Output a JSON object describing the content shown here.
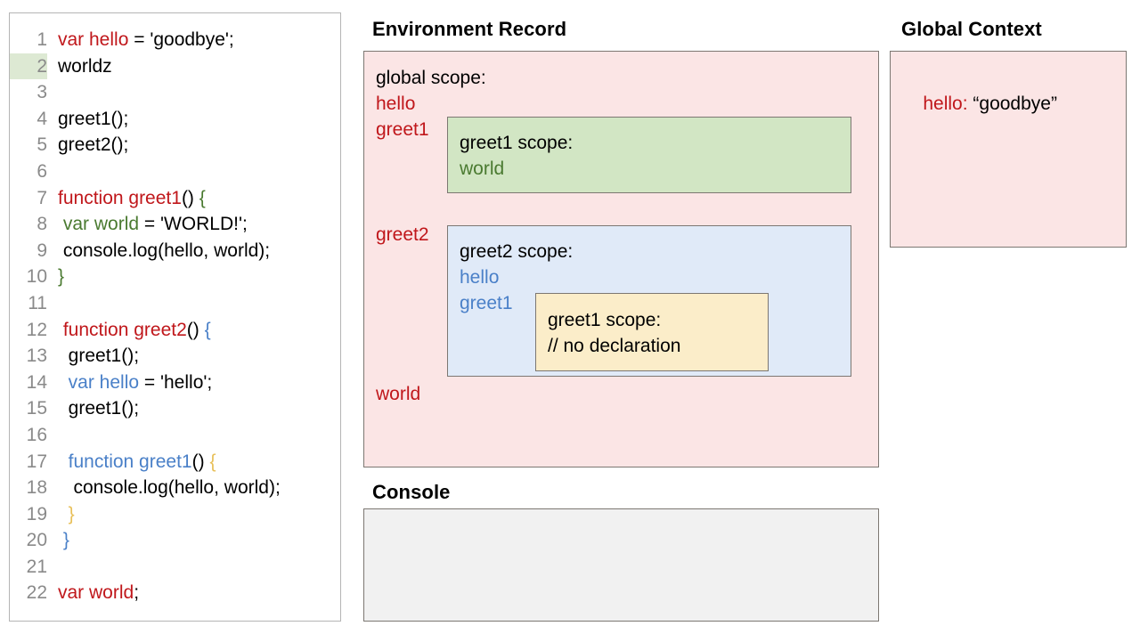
{
  "code_panel": {
    "lines": [
      {
        "num": "1",
        "highlight": false,
        "tokens": [
          {
            "t": "var hello",
            "c": "red"
          },
          {
            "t": " = 'goodbye';",
            "c": "black"
          }
        ]
      },
      {
        "num": "2",
        "highlight": true,
        "tokens": [
          {
            "t": "worldz",
            "c": "black"
          }
        ]
      },
      {
        "num": "3",
        "highlight": false,
        "tokens": [
          {
            "t": "",
            "c": "black"
          }
        ]
      },
      {
        "num": "4",
        "highlight": false,
        "tokens": [
          {
            "t": "greet1();",
            "c": "black"
          }
        ]
      },
      {
        "num": "5",
        "highlight": false,
        "tokens": [
          {
            "t": "greet2();",
            "c": "black"
          }
        ]
      },
      {
        "num": "6",
        "highlight": false,
        "tokens": [
          {
            "t": "",
            "c": "black"
          }
        ]
      },
      {
        "num": "7",
        "highlight": false,
        "tokens": [
          {
            "t": "function greet1",
            "c": "red"
          },
          {
            "t": "() ",
            "c": "black"
          },
          {
            "t": "{",
            "c": "green"
          }
        ]
      },
      {
        "num": "8",
        "highlight": false,
        "tokens": [
          {
            "t": " ",
            "c": "black"
          },
          {
            "t": "var world",
            "c": "green"
          },
          {
            "t": " = 'WORLD!';",
            "c": "black"
          }
        ]
      },
      {
        "num": "9",
        "highlight": false,
        "tokens": [
          {
            "t": " console.log(hello, world);",
            "c": "black"
          }
        ]
      },
      {
        "num": "10",
        "highlight": false,
        "tokens": [
          {
            "t": "}",
            "c": "green"
          }
        ]
      },
      {
        "num": "11",
        "highlight": false,
        "tokens": [
          {
            "t": "",
            "c": "black"
          }
        ]
      },
      {
        "num": "12",
        "highlight": false,
        "tokens": [
          {
            "t": " ",
            "c": "black"
          },
          {
            "t": "function greet2",
            "c": "red"
          },
          {
            "t": "() ",
            "c": "black"
          },
          {
            "t": "{",
            "c": "blue"
          }
        ]
      },
      {
        "num": "13",
        "highlight": false,
        "tokens": [
          {
            "t": "  greet1();",
            "c": "black"
          }
        ]
      },
      {
        "num": "14",
        "highlight": false,
        "tokens": [
          {
            "t": "  ",
            "c": "black"
          },
          {
            "t": "var hello",
            "c": "blue"
          },
          {
            "t": " = 'hello';",
            "c": "black"
          }
        ]
      },
      {
        "num": "15",
        "highlight": false,
        "tokens": [
          {
            "t": "  greet1();",
            "c": "black"
          }
        ]
      },
      {
        "num": "16",
        "highlight": false,
        "tokens": [
          {
            "t": "",
            "c": "black"
          }
        ]
      },
      {
        "num": "17",
        "highlight": false,
        "tokens": [
          {
            "t": "  ",
            "c": "black"
          },
          {
            "t": "function greet1",
            "c": "blue"
          },
          {
            "t": "() ",
            "c": "black"
          },
          {
            "t": "{",
            "c": "gold"
          }
        ]
      },
      {
        "num": "18",
        "highlight": false,
        "tokens": [
          {
            "t": "   console.log(hello, world);",
            "c": "black"
          }
        ]
      },
      {
        "num": "19",
        "highlight": false,
        "tokens": [
          {
            "t": "  ",
            "c": "black"
          },
          {
            "t": "}",
            "c": "gold"
          }
        ]
      },
      {
        "num": "20",
        "highlight": false,
        "tokens": [
          {
            "t": " ",
            "c": "black"
          },
          {
            "t": "}",
            "c": "blue"
          }
        ]
      },
      {
        "num": "21",
        "highlight": false,
        "tokens": [
          {
            "t": "",
            "c": "black"
          }
        ]
      },
      {
        "num": "22",
        "highlight": false,
        "tokens": [
          {
            "t": "var world",
            "c": "red"
          },
          {
            "t": ";",
            "c": "black"
          }
        ]
      }
    ]
  },
  "environment_record": {
    "title": "Environment Record",
    "global_scope": {
      "label": "global scope:",
      "bindings": [
        "hello",
        "greet1",
        "greet2",
        "world"
      ]
    },
    "greet1_scope": {
      "label": "greet1 scope:",
      "bindings": [
        "world"
      ]
    },
    "greet2_scope": {
      "label": "greet2 scope:",
      "bindings": [
        "hello",
        "greet1"
      ]
    },
    "inner_greet1_scope": {
      "label": "greet1 scope:",
      "bindings": [
        "// no declaration"
      ]
    }
  },
  "global_context": {
    "title": "Global Context",
    "entries": [
      {
        "key": "hello:",
        "value": "“goodbye”"
      }
    ]
  },
  "console": {
    "title": "Console",
    "output": []
  },
  "colors": {
    "pink": "#fbe5e5",
    "green": "#d2e6c4",
    "blue": "#e0eaf8",
    "yellow": "#fbedc9",
    "gray": "#f1f1f1",
    "border": "#7c7772",
    "token_red": "#c0171b",
    "token_green": "#4a7a30",
    "token_blue": "#4a80c8",
    "token_gold": "#e8c05a"
  }
}
